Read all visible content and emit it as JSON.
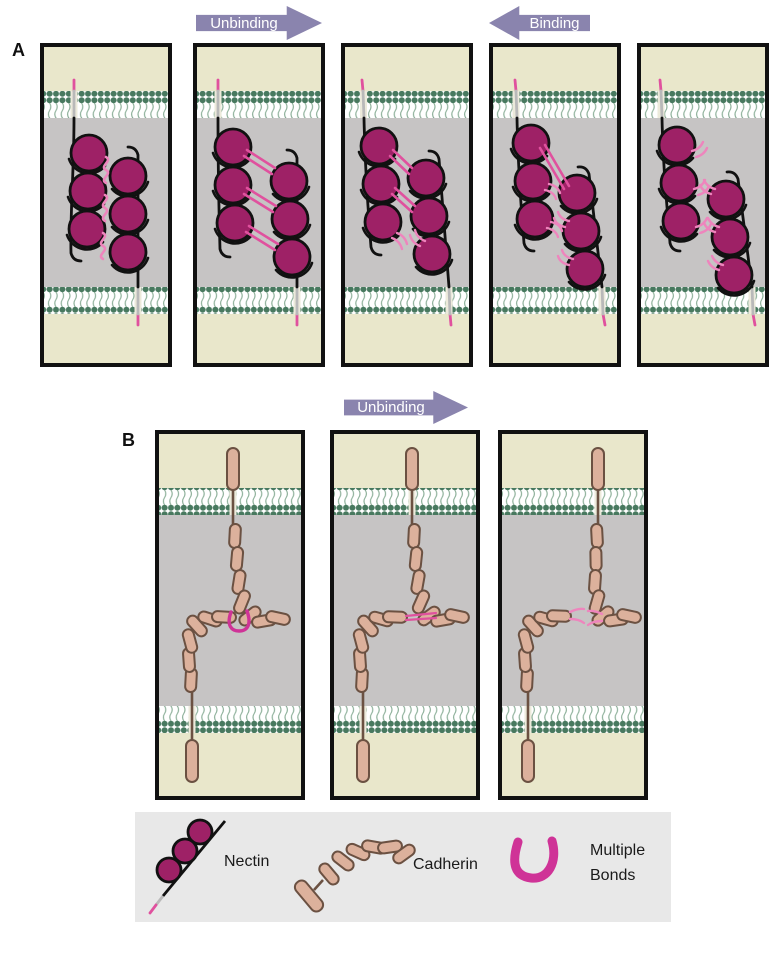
{
  "figure": {
    "panel_a_label": "A",
    "panel_b_label": "B",
    "arrow_unbinding_top": "Unbinding",
    "arrow_binding_top": "Binding",
    "arrow_unbinding_b": "Unbinding"
  },
  "legend": {
    "nectin_label": "Nectin",
    "cadherin_label": "Cadherin",
    "multiple_bonds_label": "Multiple Bonds"
  },
  "colors": {
    "cell_background": "#e9e7cb",
    "intercellular_gray": "#c6c4c4",
    "membrane_green": "#48795f",
    "nectin": "#9e2166",
    "bond_pink": "#e0519e",
    "bond_light": "#ee85bd",
    "cadherin_fill": "#dcb19c",
    "cadherin_outline": "#6b5142",
    "arrow_purple": "#8a84ae",
    "legend_background": "#e8e8e8",
    "multiple_bonds": "#cf3397"
  }
}
